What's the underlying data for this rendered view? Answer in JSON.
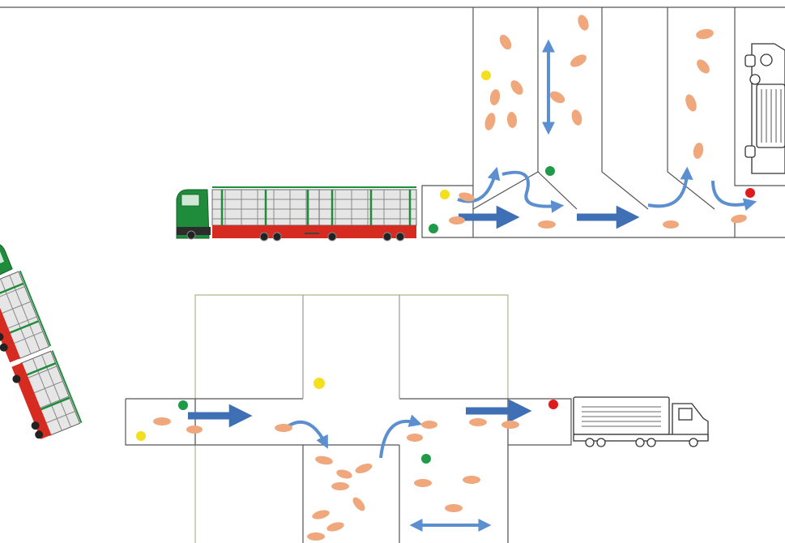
{
  "colors": {
    "background": "#ffffff",
    "pen_line": "#555555",
    "outline": "#333333",
    "arrow_blue": "#3f6fb5",
    "arrow_blue_light": "#5b8fcf",
    "animal_orange": "#f0a77c",
    "marker_yellow": "#f2e01c",
    "marker_green": "#1f9a48",
    "marker_red": "#e01b1b",
    "truck_cab_green": "#1e8c3a",
    "trailer_red": "#d62b20",
    "trailer_grey": "#e6e6e6"
  },
  "legend": {
    "yellow_marker": "marker-yellow",
    "green_marker": "marker-green",
    "red_marker": "marker-red"
  },
  "icons": {
    "livestock_truck": "livestock-truck-icon",
    "freight_truck": "freight-truck-icon",
    "animal": "animal-icon",
    "flow_arrow": "flow-arrow-icon",
    "turn_arrow": "turn-arrow-icon",
    "double_arrow": "double-arrow-icon"
  }
}
